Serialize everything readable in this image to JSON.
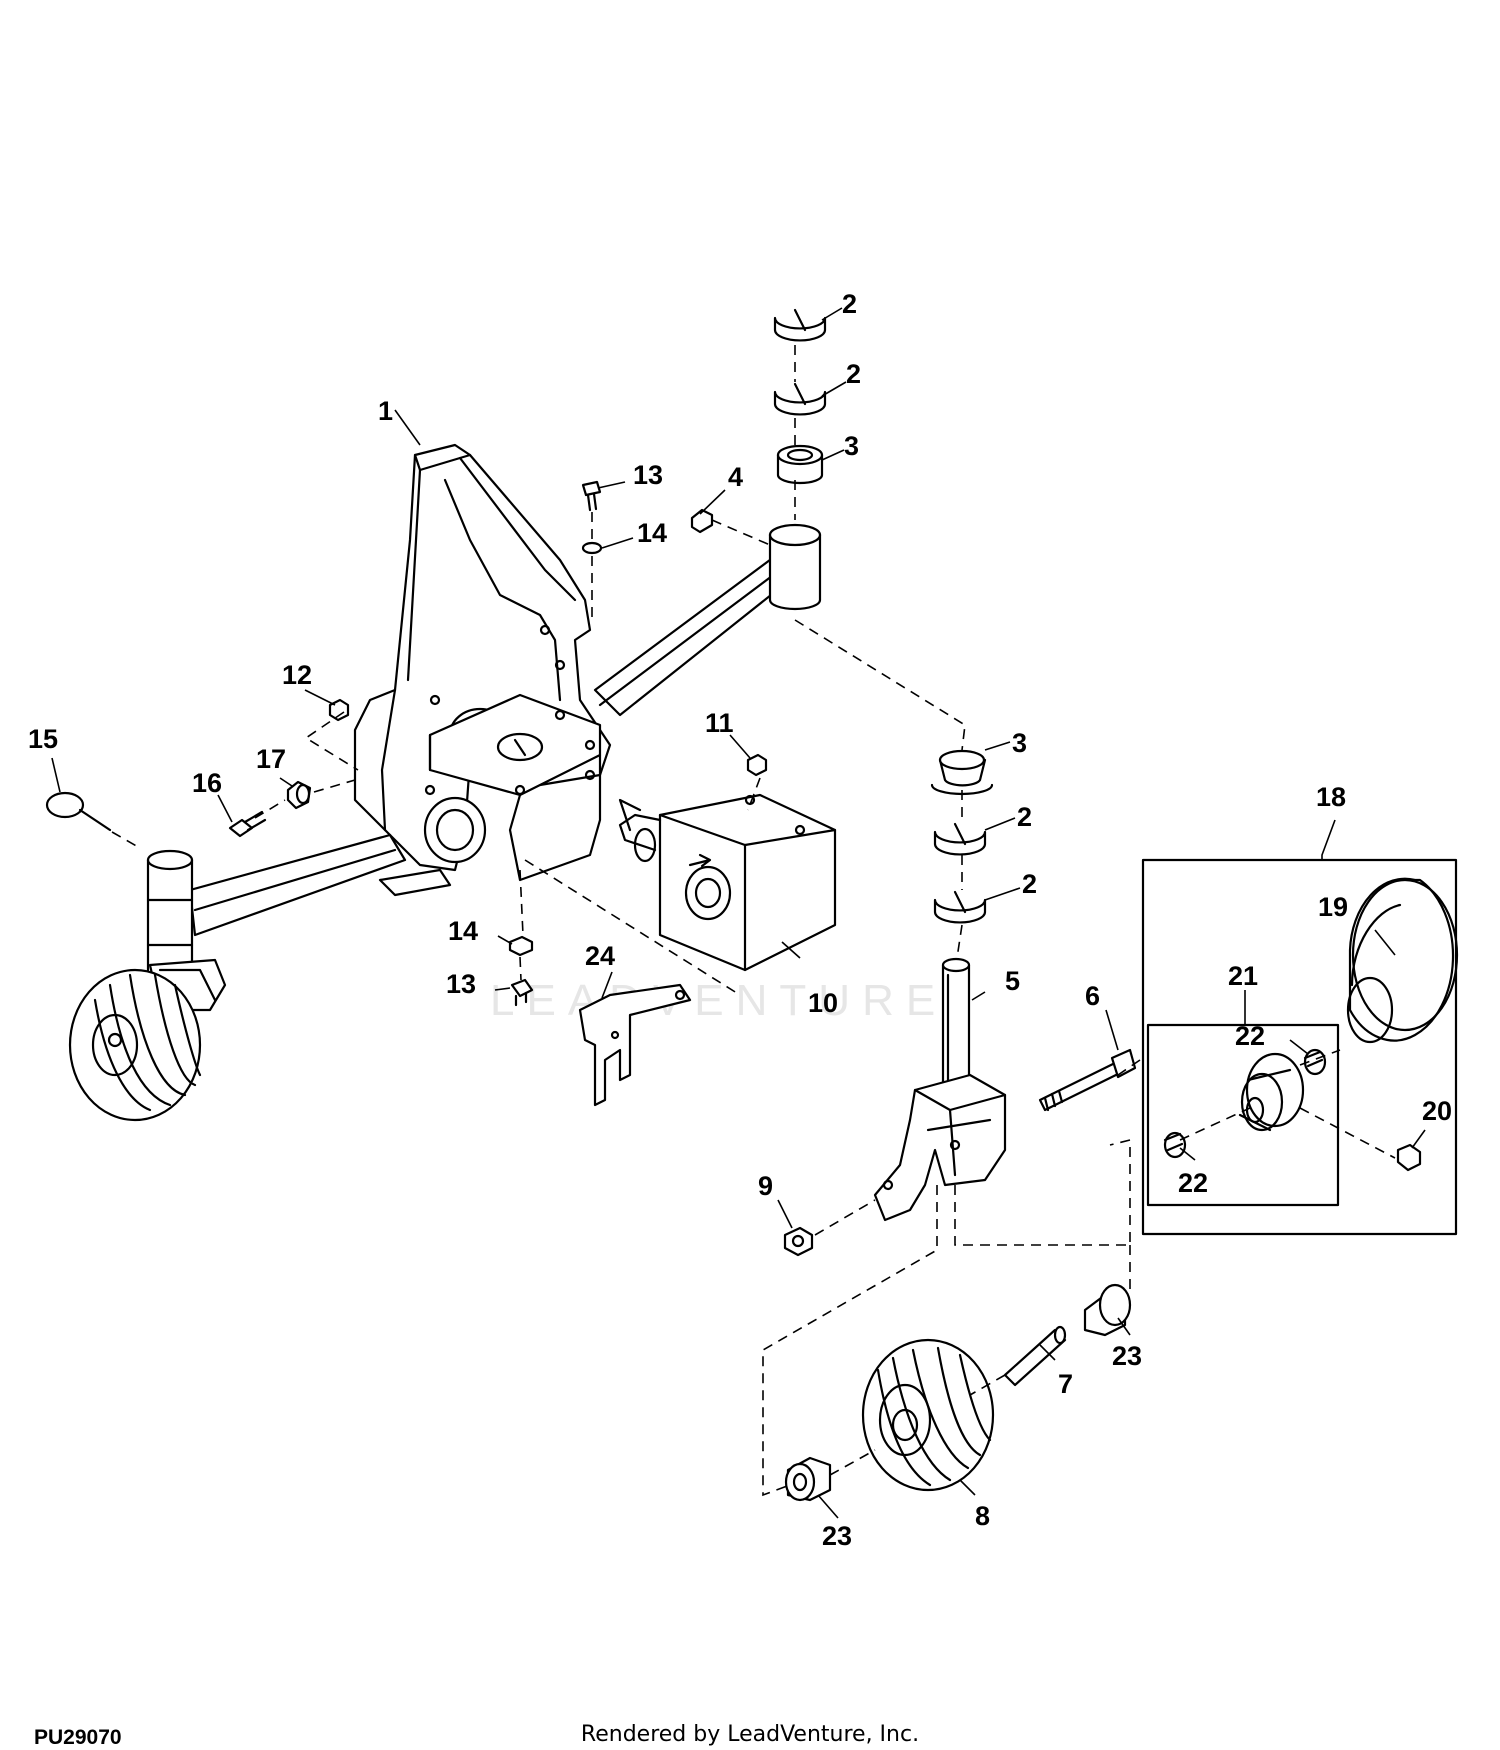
{
  "diagram": {
    "figure_id": "PU29070",
    "credit": "Rendered by LeadVenture, Inc.",
    "watermark": "LEADVENTURE",
    "callouts": [
      {
        "id": "c1",
        "label": "1"
      },
      {
        "id": "c2a",
        "label": "2"
      },
      {
        "id": "c2b",
        "label": "2"
      },
      {
        "id": "c3a",
        "label": "3"
      },
      {
        "id": "c4",
        "label": "4"
      },
      {
        "id": "c13a",
        "label": "13"
      },
      {
        "id": "c14a",
        "label": "14"
      },
      {
        "id": "c12",
        "label": "12"
      },
      {
        "id": "c15",
        "label": "15"
      },
      {
        "id": "c17",
        "label": "17"
      },
      {
        "id": "c16",
        "label": "16"
      },
      {
        "id": "c11",
        "label": "11"
      },
      {
        "id": "c3b",
        "label": "3"
      },
      {
        "id": "c2c",
        "label": "2"
      },
      {
        "id": "c2d",
        "label": "2"
      },
      {
        "id": "c18",
        "label": "18"
      },
      {
        "id": "c19",
        "label": "19"
      },
      {
        "id": "c21",
        "label": "21"
      },
      {
        "id": "c22a",
        "label": "22"
      },
      {
        "id": "c14b",
        "label": "14"
      },
      {
        "id": "c13b",
        "label": "13"
      },
      {
        "id": "c24",
        "label": "24"
      },
      {
        "id": "c10",
        "label": "10"
      },
      {
        "id": "c5",
        "label": "5"
      },
      {
        "id": "c6",
        "label": "6"
      },
      {
        "id": "c20",
        "label": "20"
      },
      {
        "id": "c22b",
        "label": "22"
      },
      {
        "id": "c9",
        "label": "9"
      },
      {
        "id": "c23a",
        "label": "23"
      },
      {
        "id": "c7",
        "label": "7"
      },
      {
        "id": "c23b",
        "label": "23"
      },
      {
        "id": "c8",
        "label": "8"
      }
    ]
  }
}
